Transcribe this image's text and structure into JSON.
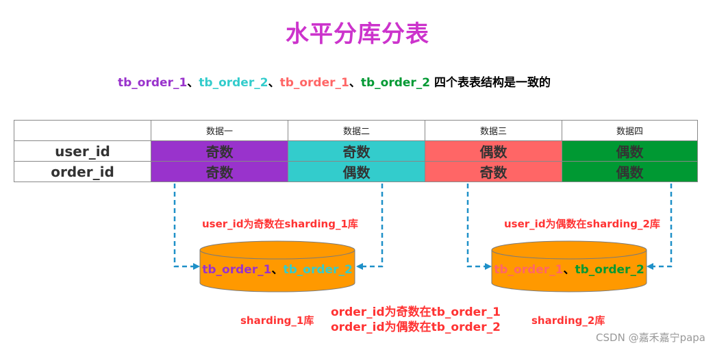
{
  "title": "水平分库分表",
  "subtitle": {
    "t1": "tb_order_1",
    "sep1": "、",
    "t2": "tb_order_2",
    "sep2": "、",
    "t3": "tb_order_1",
    "sep3": "、",
    "t4": "tb_order_2",
    "rest": " 四个表表结构是一致的"
  },
  "table": {
    "headers": [
      "",
      "数据一",
      "数据二",
      "数据三",
      "数据四"
    ],
    "rows": [
      {
        "label": "user_id",
        "cells": [
          "奇数",
          "奇数",
          "偶数",
          "偶数"
        ]
      },
      {
        "label": "order_id",
        "cells": [
          "奇数",
          "偶数",
          "奇数",
          "偶数"
        ]
      }
    ]
  },
  "notes": {
    "left": "user_id为奇数在sharding_1库",
    "right": "user_id为偶数在sharding_2库",
    "order_line1": "order_id为奇数在tb_order_1",
    "order_line2": "order_id为偶数在tb_order_2"
  },
  "db1": {
    "t1": "tb_order_1",
    "sep": "、",
    "t2": "tb_order_2",
    "name": "sharding_1库"
  },
  "db2": {
    "t1": "tb_order_1",
    "sep": "、",
    "t2": "tb_order_2",
    "name": "sharding_2库"
  },
  "watermark": "CSDN @嘉禾嘉宁papa",
  "colors": {
    "title": "#cc33cc",
    "purple": "#9933cc",
    "cyan": "#33cccc",
    "red": "#ff6666",
    "green": "#009933",
    "cylinder": "#ff9900",
    "arrow": "#1e90c8",
    "note": "#ff3333"
  }
}
